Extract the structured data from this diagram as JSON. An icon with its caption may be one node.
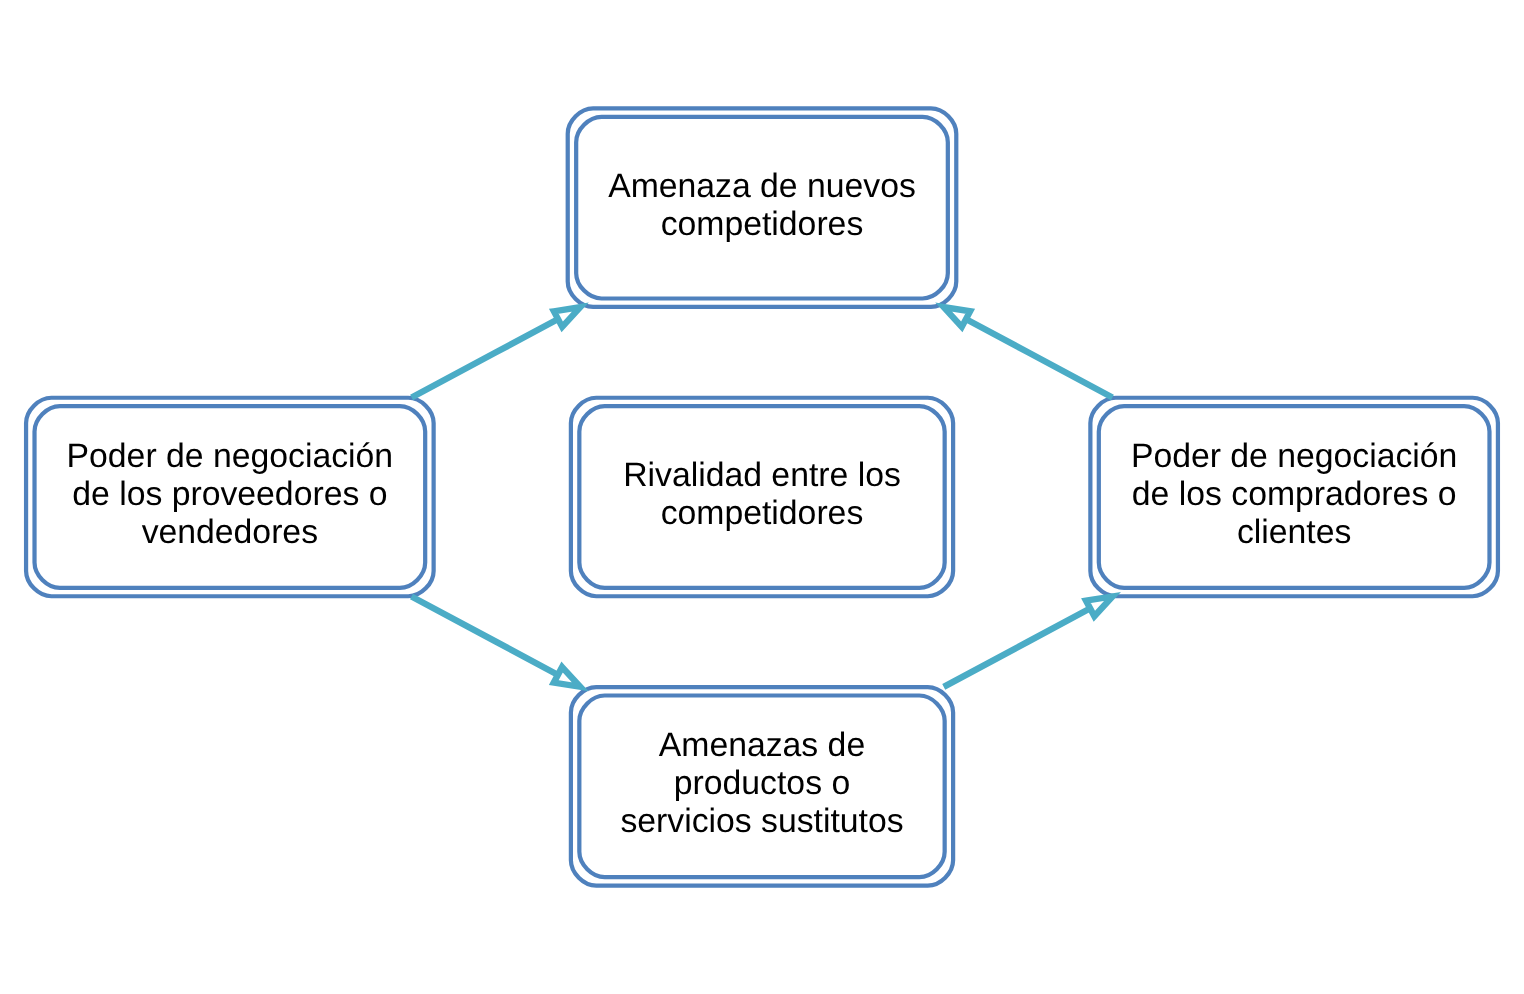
{
  "diagram": {
    "nodes": [
      {
        "text": [
          "Amenaza de nuevos competidores"
        ]
      },
      {
        "text": [
          "Poder de negociación de los proveedores o vendedores"
        ]
      },
      {
        "text": [
          "Rivalidad entre los competidores"
        ]
      },
      {
        "text": [
          "Poder de negociación de los compradores o clientes"
        ]
      },
      {
        "text": [
          "Amenazas de productos o servicios sustitutos"
        ]
      }
    ],
    "edges": [
      {
        "from": 1,
        "to": 0,
        "arrow": "to"
      },
      {
        "from": 3,
        "to": 0,
        "arrow": "to"
      },
      {
        "from": 4,
        "to": 3,
        "arrow": "to"
      },
      {
        "from": 1,
        "to": 4,
        "arrow": "to"
      }
    ]
  }
}
